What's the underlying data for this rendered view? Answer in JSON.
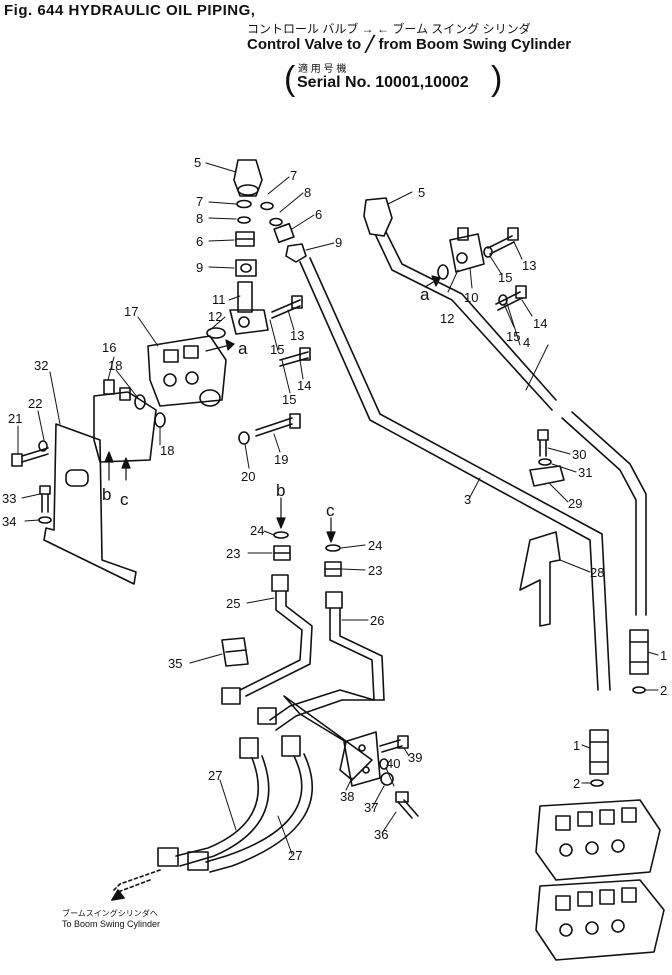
{
  "header": {
    "fig_title": "Fig. 644  HYDRAULIC OIL PIPING,",
    "subtitle_jp": "コントロール バルブ → ← ブーム スイング シリンダ",
    "subtitle_en": "Control Valve to ╱ from Boom Swing Cylinder",
    "serial_jp": "適 用 号 機",
    "serial_en": "Serial No. 10001,10002"
  },
  "footer": {
    "note_jp": "ブームスイングシリンダヘ",
    "note_en": "To Boom Swing Cylinder"
  },
  "callouts": [
    "1",
    "2",
    "3",
    "4",
    "5",
    "6",
    "7",
    "8",
    "9",
    "10",
    "11",
    "12",
    "13",
    "14",
    "15",
    "16",
    "17",
    "18",
    "19",
    "20",
    "21",
    "22",
    "23",
    "24",
    "25",
    "26",
    "27",
    "28",
    "29",
    "30",
    "31",
    "32",
    "33",
    "34",
    "35",
    "36",
    "37",
    "38",
    "39",
    "40"
  ],
  "connection_letters": [
    "a",
    "b",
    "c"
  ],
  "colors": {
    "ink": "#111111",
    "paper": "#ffffff"
  }
}
